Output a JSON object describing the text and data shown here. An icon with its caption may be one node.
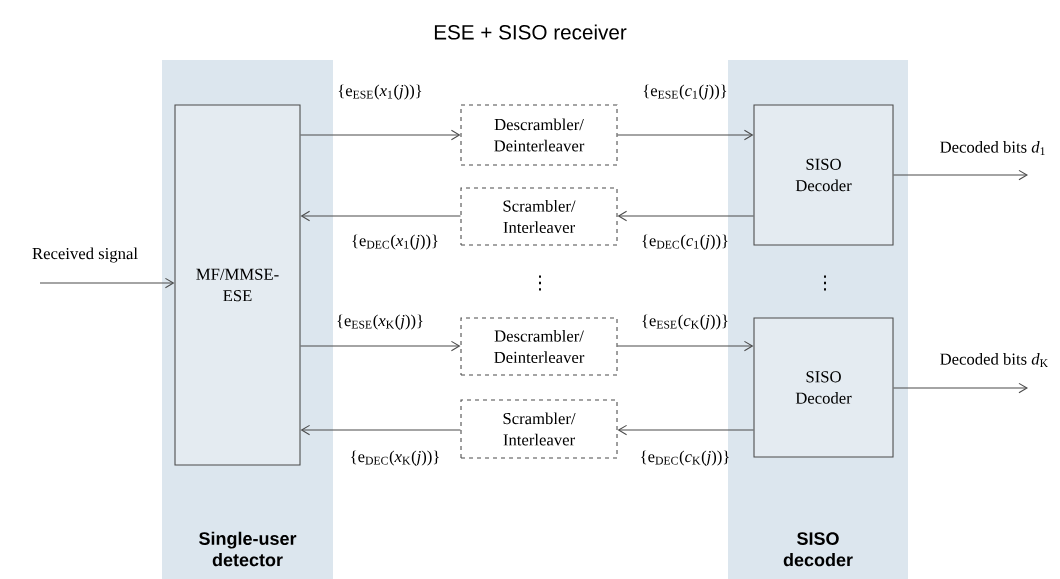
{
  "diagram": {
    "title": "ESE + SISO receiver",
    "nodes": [
      {
        "text": [
          "Single-user detector"
        ]
      },
      {
        "text": [
          "MF/MMSE-ESE"
        ],
        "in": 0
      },
      {
        "text": [
          "SISO decoder"
        ]
      },
      {
        "text": [
          "SISO Decoder"
        ],
        "in": 2
      },
      {
        "text": [
          "SISO Decoder"
        ],
        "in": 2
      },
      {
        "text": [
          "Descrambler/ Deinterleaver"
        ]
      },
      {
        "text": [
          "Scrambler/ Interleaver"
        ]
      },
      {
        "text": [
          "Descrambler/ Deinterleaver"
        ]
      },
      {
        "text": [
          "Scrambler/ Interleaver"
        ]
      }
    ],
    "edges": [
      {
        "from": null,
        "to": 1,
        "arrow": "to",
        "label": "Received signal"
      },
      {
        "from": 1,
        "to": 5,
        "arrow": "to",
        "label": "{e$_{ESE}$(*x*$_{1}$(*j*))}"
      },
      {
        "from": 5,
        "to": 3,
        "arrow": "to",
        "label": "{e$_{ESE}$(*c*$_{1}$(*j*))}"
      },
      {
        "from": 3,
        "to": 6,
        "arrow": "to",
        "label": "{e$_{DEC}$(*c*$_{1}$(*j*))}"
      },
      {
        "from": 6,
        "to": 1,
        "arrow": "to",
        "label": "{e$_{DEC}$(*x*$_{1}$(*j*))}"
      },
      {
        "from": 1,
        "to": 7,
        "arrow": "to",
        "label": "{e$_{ESE}$(*x*$_{K}$(*j*))}"
      },
      {
        "from": 7,
        "to": 4,
        "arrow": "to",
        "label": "{e$_{ESE}$(*c*$_{K}$(*j*))}"
      },
      {
        "from": 4,
        "to": 8,
        "arrow": "to",
        "label": "{e$_{DEC}$(*c*$_{K}$(*j*))}"
      },
      {
        "from": 8,
        "to": 1,
        "arrow": "to",
        "label": "{e$_{DEC}$(*x*$_{K}$(*j*))}"
      },
      {
        "from": 3,
        "to": null,
        "arrow": "to",
        "label": "Decoded bits *d*$_{1}$"
      },
      {
        "from": 4,
        "to": null,
        "arrow": "to",
        "label": "Decoded bits *d*$_{K}$"
      }
    ],
    "labels": [
      "⋮",
      "⋮"
    ]
  }
}
